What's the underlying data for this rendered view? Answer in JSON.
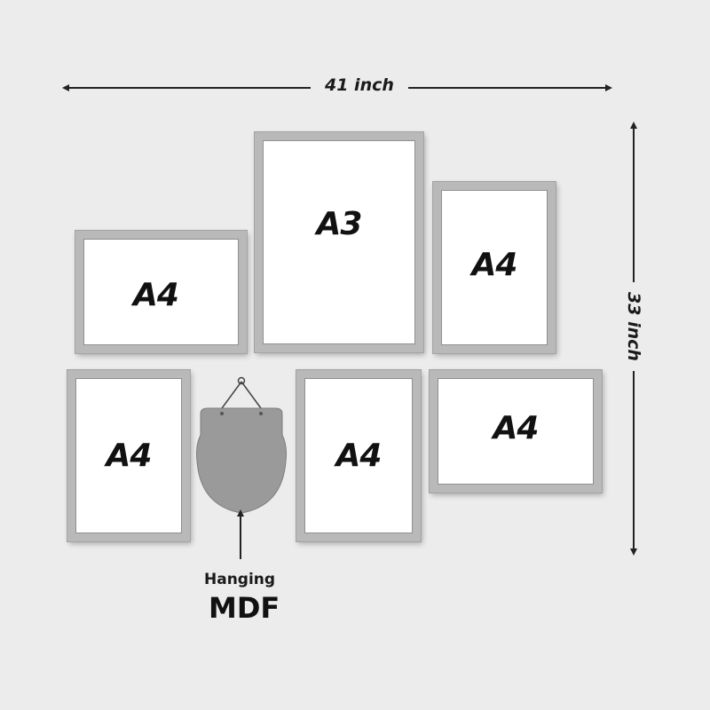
{
  "dimensions": {
    "width_label": "41 inch",
    "height_label": "33 inch"
  },
  "frames": [
    {
      "id": "top-left",
      "size": "A4"
    },
    {
      "id": "top-center",
      "size": "A3"
    },
    {
      "id": "top-right",
      "size": "A4"
    },
    {
      "id": "bottom-left",
      "size": "A4"
    },
    {
      "id": "bottom-center",
      "size": "A4"
    },
    {
      "id": "bottom-right",
      "size": "A4"
    }
  ],
  "hanging": {
    "line1": "Hanging",
    "line2": "MDF"
  },
  "colors": {
    "background": "#ececec",
    "frame": "#b9b9b9",
    "mdf": "#9a9a9a",
    "text": "#111111"
  }
}
